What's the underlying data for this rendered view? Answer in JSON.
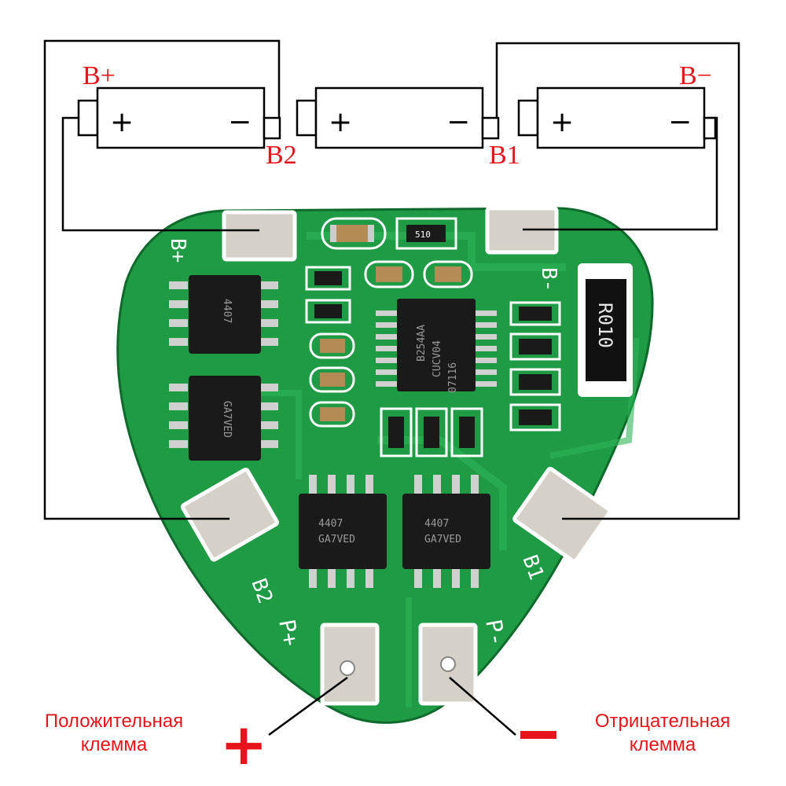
{
  "battery_labels": {
    "b_plus": "B+",
    "b_minus": "B−",
    "b2": "B2",
    "b1": "B1"
  },
  "cell_terminals": {
    "plus": "+",
    "minus": "−"
  },
  "board_silkscreen": {
    "b_plus": "B+",
    "b_minus": "B-",
    "b2": "B2",
    "b1": "B1",
    "p_plus": "P+",
    "p_minus": "P-",
    "resistor": "R010",
    "ic_top": "B254AA",
    "ic_mid": "CUCV04",
    "ic_bottom": "07116",
    "mosfet_line1": "4407",
    "mosfet_line2": "GA7VED",
    "small_resistor": "510"
  },
  "captions": {
    "positive_line1": "Положительная",
    "positive_line2": "клемма",
    "negative_line1": "Отрицательная",
    "negative_line2": "клемма"
  },
  "symbols": {
    "plus_sign": "+",
    "minus_sign": "—"
  },
  "colors": {
    "pcb_green": "#1f9a45",
    "label_red": "#e8141b",
    "wire": "#000000",
    "pad": "#cfcac2"
  }
}
